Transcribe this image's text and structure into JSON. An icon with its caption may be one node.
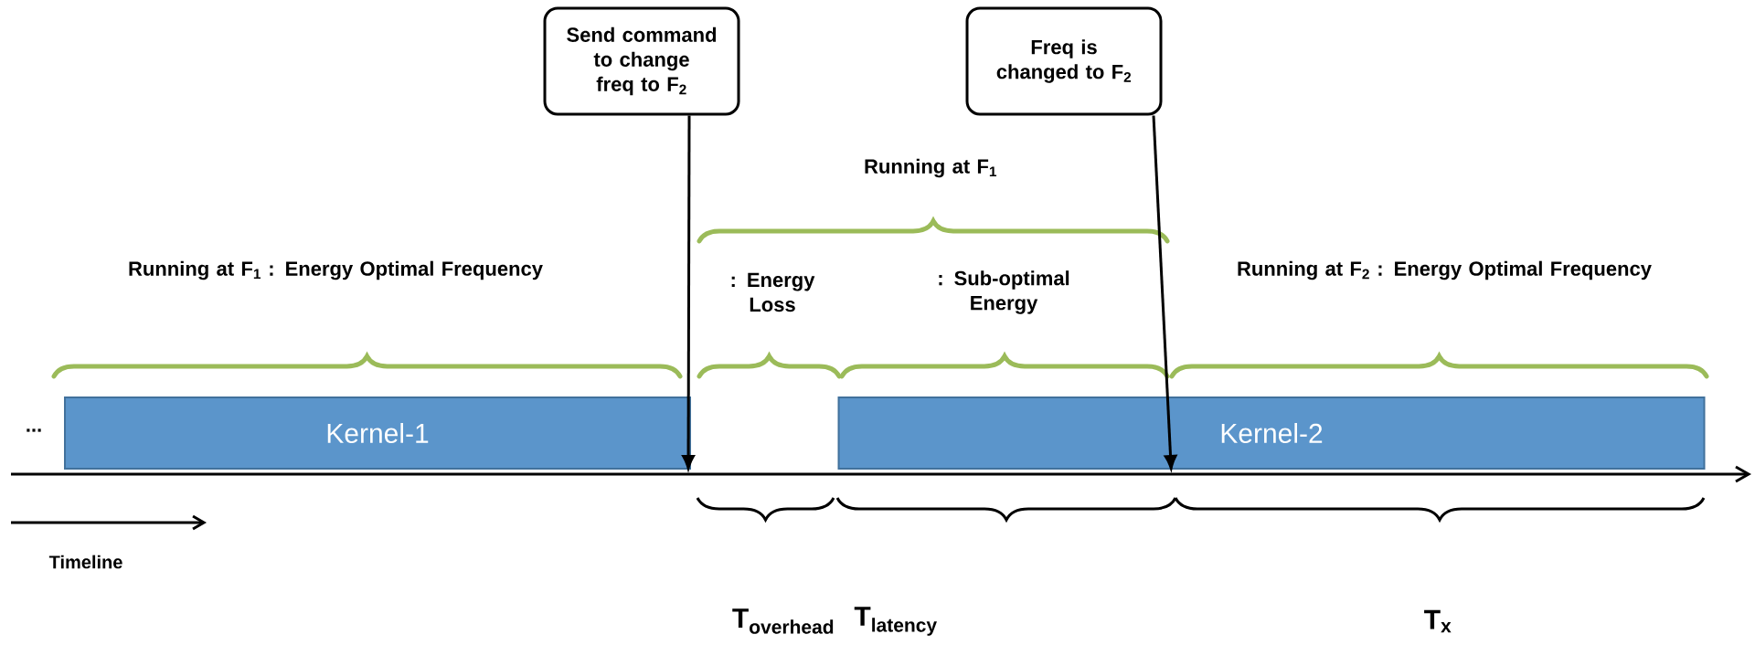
{
  "diagram": {
    "nodes": [
      {
        "text": [
          "Send command to change freq to F$_{2}$"
        ]
      },
      {
        "text": [
          "Freq is changed to F$_{2}$"
        ]
      },
      {
        "text": [
          "Kernel-1"
        ]
      },
      {
        "text": [
          "Kernel-2"
        ]
      }
    ],
    "edges": [
      {
        "from": 0,
        "to": 2,
        "arrow": "to"
      },
      {
        "from": 1,
        "to": 3,
        "arrow": "to"
      }
    ],
    "labels": [
      "Running at F$_{1}$",
      "Running at F$_{1}$ : Energy Optimal Frequency",
      ": Energy Loss",
      ": Sub-optimal Energy",
      "Running at F$_{2}$ : Energy Optimal Frequency",
      "...",
      "Timeline",
      "T$_{overhead}$",
      "T$_{latency}$",
      "T$_{x}$"
    ]
  }
}
